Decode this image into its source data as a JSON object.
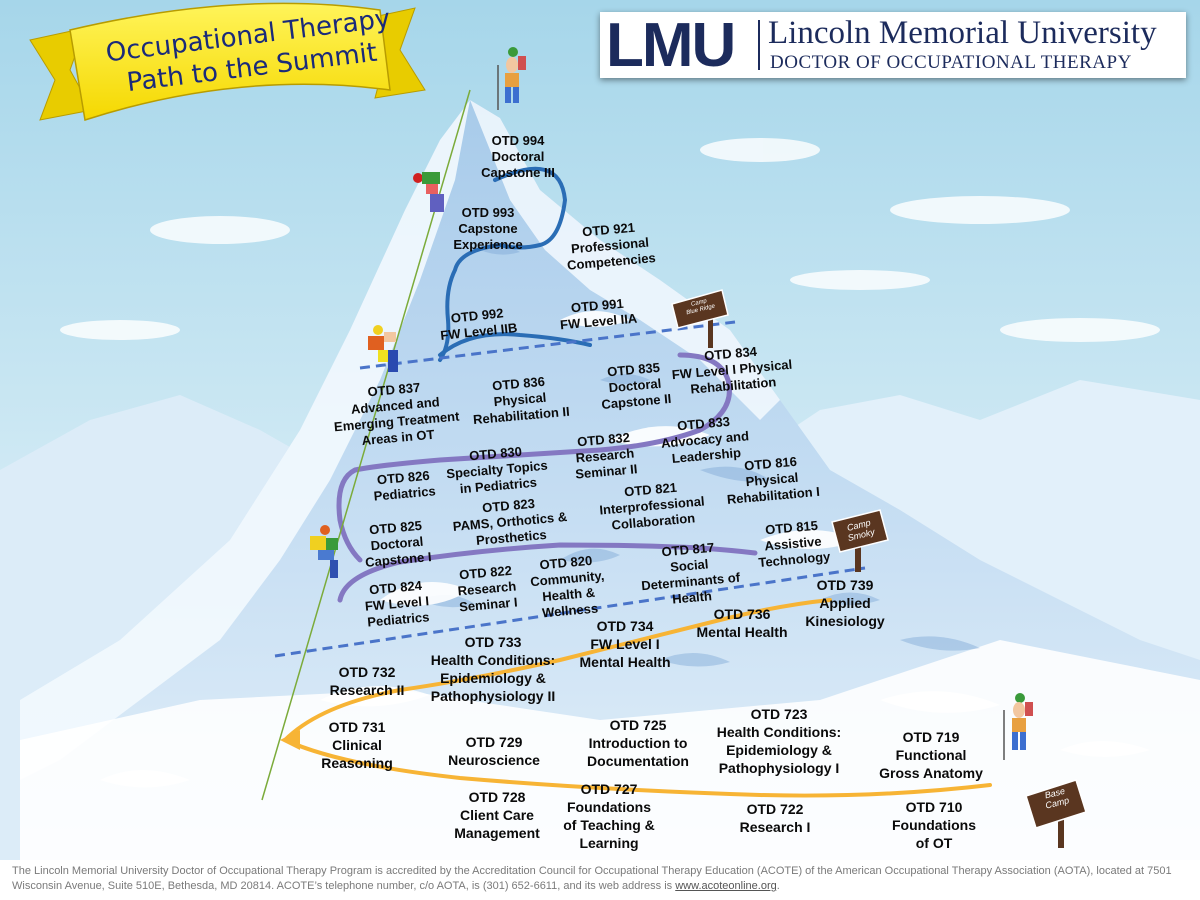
{
  "banner": {
    "title_line1": "Occupational Therapy",
    "title_line2": "Path to the Summit"
  },
  "logo": {
    "mark": "LMU",
    "name": "Lincoln Memorial University",
    "subtitle": "DOCTOR OF OCCUPATIONAL THERAPY"
  },
  "camps": {
    "base": [
      "Base",
      "Camp"
    ],
    "smoky": [
      "Camp",
      "Smoky"
    ],
    "blue_ridge": [
      "Camp",
      "Blue Ridge"
    ]
  },
  "courses": [
    {
      "code": "OTD 994",
      "title": [
        "Doctoral",
        "Capstone III"
      ]
    },
    {
      "code": "OTD 993",
      "title": [
        "Capstone",
        "Experience"
      ]
    },
    {
      "code": "OTD 921",
      "title": [
        "Professional",
        "Competencies"
      ]
    },
    {
      "code": "OTD 992",
      "title": [
        "FW Level IIB"
      ]
    },
    {
      "code": "OTD 991",
      "title": [
        "FW Level IIA"
      ]
    },
    {
      "code": "OTD 837",
      "title": [
        "Advanced and",
        "Emerging Treatment",
        "Areas in OT"
      ]
    },
    {
      "code": "OTD 836",
      "title": [
        "Physical",
        "Rehabilitation II"
      ]
    },
    {
      "code": "OTD 835",
      "title": [
        "Doctoral",
        "Capstone II"
      ]
    },
    {
      "code": "OTD 834",
      "title": [
        "FW Level I Physical",
        "Rehabilitation"
      ]
    },
    {
      "code": "OTD 833",
      "title": [
        "Advocacy and",
        "Leadership"
      ]
    },
    {
      "code": "OTD 832",
      "title": [
        "Research",
        "Seminar II"
      ]
    },
    {
      "code": "OTD 830",
      "title": [
        "Specialty Topics",
        "in Pediatrics"
      ]
    },
    {
      "code": "OTD 826",
      "title": [
        "Pediatrics"
      ]
    },
    {
      "code": "OTD 816",
      "title": [
        "Physical",
        "Rehabilitation I"
      ]
    },
    {
      "code": "OTD 821",
      "title": [
        "Interprofessional",
        "Collaboration"
      ]
    },
    {
      "code": "OTD 823",
      "title": [
        "PAMS, Orthotics &",
        "Prosthetics"
      ]
    },
    {
      "code": "OTD 825",
      "title": [
        "Doctoral",
        "Capstone I"
      ]
    },
    {
      "code": "OTD 815",
      "title": [
        "Assistive",
        "Technology"
      ]
    },
    {
      "code": "OTD 817",
      "title": [
        "Social",
        "Determinants of",
        "Health"
      ]
    },
    {
      "code": "OTD 820",
      "title": [
        "Community,",
        "Health &",
        "Wellness"
      ]
    },
    {
      "code": "OTD 822",
      "title": [
        "Research",
        "Seminar I"
      ]
    },
    {
      "code": "OTD 824",
      "title": [
        "FW Level I",
        "Pediatrics"
      ]
    },
    {
      "code": "OTD 739",
      "title": [
        "Applied",
        "Kinesiology"
      ]
    },
    {
      "code": "OTD 736",
      "title": [
        "Mental Health"
      ]
    },
    {
      "code": "OTD 734",
      "title": [
        "FW Level I",
        "Mental Health"
      ]
    },
    {
      "code": "OTD 733",
      "title": [
        "Health Conditions:",
        "Epidemiology &",
        "Pathophysiology II"
      ]
    },
    {
      "code": "OTD 732",
      "title": [
        "Research II"
      ]
    },
    {
      "code": "OTD 731",
      "title": [
        "Clinical",
        "Reasoning"
      ]
    },
    {
      "code": "OTD 729",
      "title": [
        "Neuroscience"
      ]
    },
    {
      "code": "OTD 725",
      "title": [
        "Introduction to",
        "Documentation"
      ]
    },
    {
      "code": "OTD 723",
      "title": [
        "Health Conditions:",
        "Epidemiology &",
        "Pathophysiology I"
      ]
    },
    {
      "code": "OTD 719",
      "title": [
        "Functional",
        "Gross Anatomy"
      ]
    },
    {
      "code": "OTD 728",
      "title": [
        "Client Care",
        "Management"
      ]
    },
    {
      "code": "OTD 727",
      "title": [
        "Foundations",
        "of Teaching &",
        "Learning"
      ]
    },
    {
      "code": "OTD 722",
      "title": [
        "Research I"
      ]
    },
    {
      "code": "OTD 710",
      "title": [
        "Foundations",
        "of OT"
      ]
    }
  ],
  "footer": {
    "text": "The Lincoln Memorial University Doctor of Occupational Therapy Program is accredited by the Accreditation Council for Occupational Therapy Education (ACOTE) of the American Occupational Therapy Association (AOTA), located at 7501 Wisconsin Avenue, Suite 510E, Bethesda, MD 20814. ACOTE’s telephone number, c/o AOTA, is (301) 652-6611, and its web address is ",
    "link": "www.acoteonline.org",
    "end": "."
  },
  "colors": {
    "sky_top": "#a8d8ec",
    "sky_bottom": "#e6f4fa",
    "mountain": "#b7d6f0",
    "mountain_light": "#e8f3fc",
    "navy": "#1c2b5c",
    "banner": "#fff200",
    "path_orange": "#f7b435",
    "path_purple": "#8478c2",
    "path_blue": "#2a6db5",
    "divider": "#4a74c9",
    "sign": "#5a3620"
  }
}
